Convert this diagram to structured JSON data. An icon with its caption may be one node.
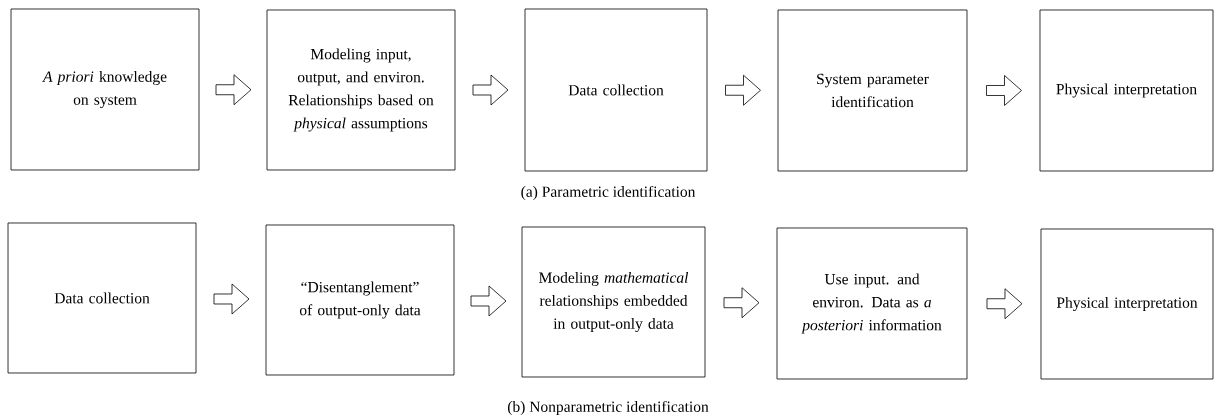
{
  "diagram": {
    "nodes": [
      {
        "text": [
          "*A priori* knowledge on system"
        ]
      },
      {
        "text": [
          "Modeling input, output, and environ. Relationships based on *physical* assumptions"
        ]
      },
      {
        "text": [
          "Data collection"
        ]
      },
      {
        "text": [
          "System parameter identification"
        ]
      },
      {
        "text": [
          "Physical interpretation"
        ]
      },
      {
        "text": [
          "Data collection"
        ]
      },
      {
        "text": [
          "“Disentanglement” of output-only data"
        ]
      },
      {
        "text": [
          "Modeling *mathematical* relationships embedded in output-only data"
        ]
      },
      {
        "text": [
          "Use input. and environ. Data as *a posteriori* information"
        ]
      },
      {
        "text": [
          "Physical interpretation"
        ]
      }
    ],
    "edges": [
      {
        "from": 0,
        "to": 1,
        "arrow": "to"
      },
      {
        "from": 1,
        "to": 2,
        "arrow": "to"
      },
      {
        "from": 2,
        "to": 3,
        "arrow": "to"
      },
      {
        "from": 3,
        "to": 4,
        "arrow": "to"
      },
      {
        "from": 5,
        "to": 6,
        "arrow": "to"
      },
      {
        "from": 6,
        "to": 7,
        "arrow": "to"
      },
      {
        "from": 7,
        "to": 8,
        "arrow": "to"
      },
      {
        "from": 8,
        "to": 9,
        "arrow": "to"
      }
    ],
    "labels": [
      "(a)  Parametric identification",
      "(b)  Nonparametric identification"
    ]
  }
}
